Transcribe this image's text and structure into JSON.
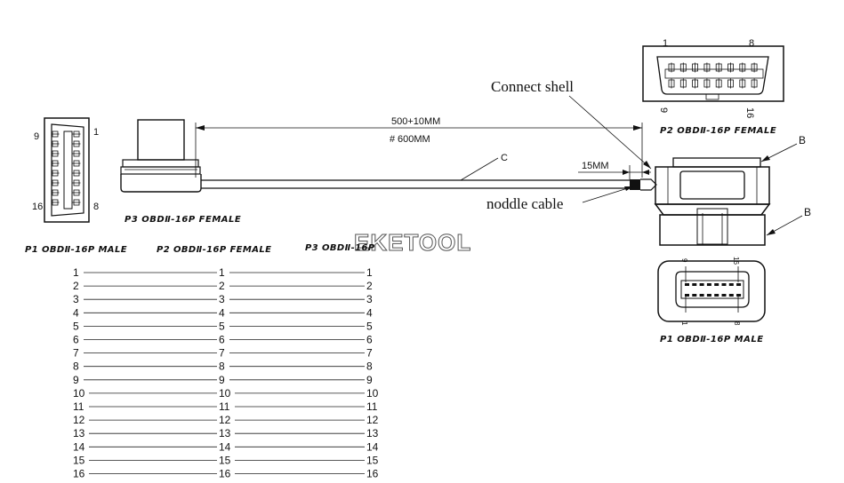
{
  "annotations": {
    "connect_shell": "Connect shell",
    "noddle_cable": "noddle cable",
    "cable_letter": "C",
    "label_b_top": "B",
    "label_b_bottom": "B",
    "length_1": "500+10MM",
    "length_2": "600MM",
    "length_2_prefix": "#",
    "length_3": "15MM"
  },
  "connectors": {
    "p3_left": {
      "caption": "P3 OBDⅡ-16P FEMALE",
      "pin_tl": "9",
      "pin_tr": "1",
      "pin_bl": "16",
      "pin_br": "8"
    },
    "p2_right": {
      "caption": "P2 OBDⅡ-16P FEMALE",
      "pin_tl": "1",
      "pin_tr": "8",
      "pin_bl": "9",
      "pin_br": "16"
    },
    "p1_right": {
      "caption": "P1 OBDⅡ-16P MALE",
      "pin_tl": "9",
      "pin_tr": "16",
      "pin_bl": "1",
      "pin_br": "8"
    }
  },
  "watermark": "EKETOOL",
  "wiring_table": {
    "headers": [
      "P1 OBDⅡ-16P MALE",
      "P2 OBDⅡ-16P FEMALE",
      "P3 OBDⅡ-16P"
    ],
    "pins": [
      "1",
      "2",
      "3",
      "4",
      "5",
      "6",
      "7",
      "8",
      "9",
      "10",
      "11",
      "12",
      "13",
      "14",
      "15",
      "16"
    ]
  }
}
